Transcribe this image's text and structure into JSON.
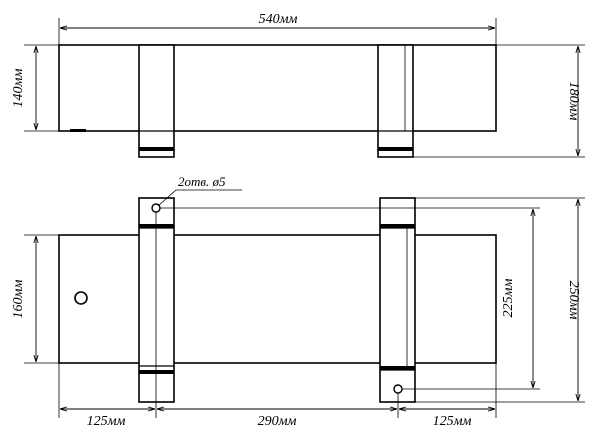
{
  "dimensions": {
    "top_width": "540мм",
    "top_left_height": "140мм",
    "top_right_height": "180мм",
    "bottom_left_height": "160мм",
    "inner_height": "225мм",
    "outer_height": "250мм",
    "left_offset": "125мм",
    "middle_span": "290мм",
    "right_offset": "125мм",
    "holes_note": "2отв. ø5"
  }
}
